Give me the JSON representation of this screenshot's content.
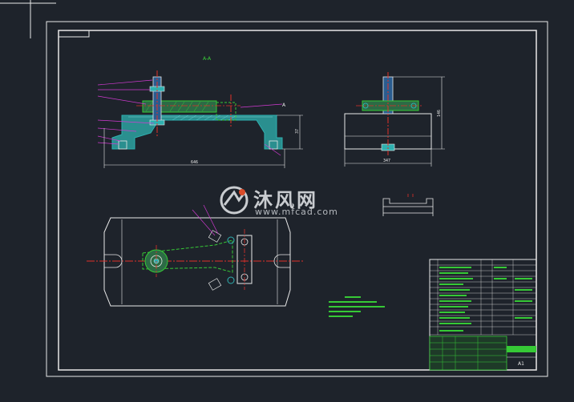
{
  "watermark": {
    "title": "沐风网",
    "url": "www.mfcad.com"
  },
  "drawing": {
    "section_label": "A-A",
    "sheet_size": "A1",
    "section_marker": "A",
    "dimensions": {
      "front_length": "646",
      "front_height": "37",
      "side_length": "347",
      "side_height": "146"
    },
    "colors": {
      "background": "#1e232b",
      "frame": "#e8e8e8",
      "part": "#2fb0b0",
      "center_line": "#e0302a",
      "hidden": "#36c936",
      "leader": "#d23ad2",
      "text": "#3ad23a"
    }
  }
}
